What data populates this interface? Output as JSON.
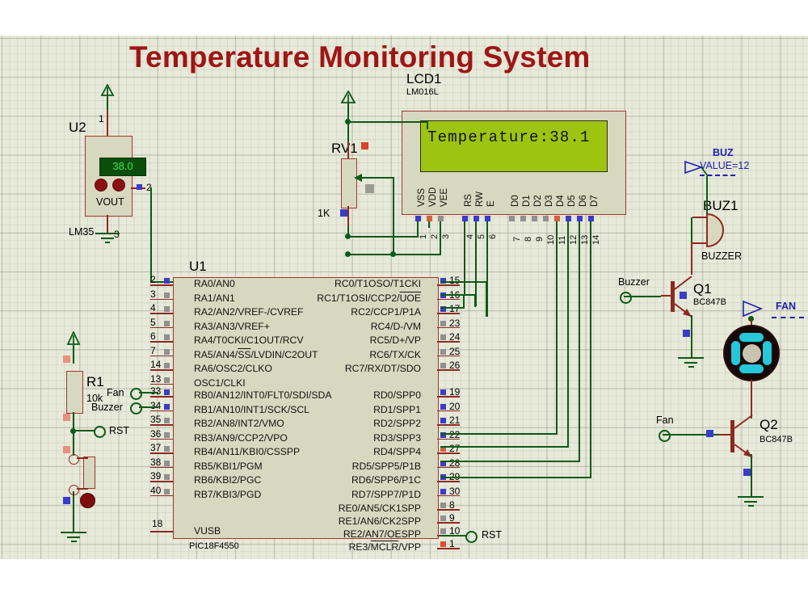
{
  "title": "Temperature Monitoring System",
  "lcd": {
    "ref": "LCD1",
    "part": "LM016L",
    "display_text": "Temperature:38.1",
    "pin_labels": [
      "VSS",
      "VDD",
      "VEE",
      "RS",
      "RW",
      "E",
      "D0",
      "D1",
      "D2",
      "D3",
      "D4",
      "D5",
      "D6",
      "D7"
    ],
    "pin_numbers": [
      "1",
      "2",
      "3",
      "4",
      "5",
      "6",
      "7",
      "8",
      "9",
      "10",
      "11",
      "12",
      "13",
      "14"
    ]
  },
  "sensor": {
    "ref": "U2",
    "part": "LM35",
    "value": "38.0",
    "out_label": "VOUT",
    "pin1": "1",
    "pin2": "2",
    "pin3": "3"
  },
  "pot": {
    "ref": "RV1",
    "value": "1K"
  },
  "resistor": {
    "ref": "R1",
    "value": "10k"
  },
  "mcu": {
    "ref": "U1",
    "part": "PIC18F4550",
    "left_pins": [
      {
        "num": "2",
        "label": "RA0/AN0",
        "marker": "blue"
      },
      {
        "num": "3",
        "label": "RA1/AN1",
        "marker": "gray"
      },
      {
        "num": "4",
        "label": "RA2/AN2/VREF-/CVREF",
        "marker": "gray"
      },
      {
        "num": "5",
        "label": "RA3/AN3/VREF+",
        "marker": "gray"
      },
      {
        "num": "6",
        "label": "RA4/T0CKI/C1OUT/RCV",
        "marker": "gray"
      },
      {
        "num": "7",
        "label": "RA5/AN4/SS/LVDIN/C2OUT",
        "marker": "gray"
      },
      {
        "num": "14",
        "label": "RA6/OSC2/CLKO",
        "marker": "gray"
      },
      {
        "num": "13",
        "label": "OSC1/CLKI",
        "marker": "gray"
      }
    ],
    "left_pins_b": [
      {
        "num": "33",
        "label": "RB0/AN12/INT0/FLT0/SDI/SDA",
        "marker": "blue"
      },
      {
        "num": "34",
        "label": "RB1/AN10/INT1/SCK/SCL",
        "marker": "blue"
      },
      {
        "num": "35",
        "label": "RB2/AN8/INT2/VMO",
        "marker": "gray"
      },
      {
        "num": "36",
        "label": "RB3/AN9/CCP2/VPO",
        "marker": "gray"
      },
      {
        "num": "37",
        "label": "RB4/AN11/KBI0/CSSPP",
        "marker": "gray"
      },
      {
        "num": "38",
        "label": "RB5/KBI1/PGM",
        "marker": "gray"
      },
      {
        "num": "39",
        "label": "RB6/KBI2/PGC",
        "marker": "gray"
      },
      {
        "num": "40",
        "label": "RB7/KBI3/PGD",
        "marker": "gray"
      }
    ],
    "bottom_pin": {
      "num": "18",
      "label": "VUSB"
    },
    "right_pins_c": [
      {
        "num": "15",
        "label": "RC0/T1OSO/T1CKI",
        "marker": "blue"
      },
      {
        "num": "16",
        "label": "RC1/T1OSI/CCP2/UOE",
        "marker": "blue"
      },
      {
        "num": "17",
        "label": "RC2/CCP1/P1A",
        "marker": "blue"
      },
      {
        "num": "23",
        "label": "RC4/D-/VM",
        "marker": "gray"
      },
      {
        "num": "24",
        "label": "RC5/D+/VP",
        "marker": "gray"
      },
      {
        "num": "25",
        "label": "RC6/TX/CK",
        "marker": "gray"
      },
      {
        "num": "26",
        "label": "RC7/RX/DT/SDO",
        "marker": "gray"
      }
    ],
    "right_pins_d": [
      {
        "num": "19",
        "label": "RD0/SPP0",
        "marker": "blue"
      },
      {
        "num": "20",
        "label": "RD1/SPP1",
        "marker": "blue"
      },
      {
        "num": "21",
        "label": "RD2/SPP2",
        "marker": "blue"
      },
      {
        "num": "22",
        "label": "RD3/SPP3",
        "marker": "blue"
      },
      {
        "num": "27",
        "label": "RD4/SPP4",
        "marker": "red"
      },
      {
        "num": "28",
        "label": "RD5/SPP5/P1B",
        "marker": "blue"
      },
      {
        "num": "29",
        "label": "RD6/SPP6/P1C",
        "marker": "blue"
      },
      {
        "num": "30",
        "label": "RD7/SPP7/P1D",
        "marker": "blue"
      }
    ],
    "right_pins_e": [
      {
        "num": "8",
        "label": "RE0/AN5/CK1SPP",
        "marker": "gray"
      },
      {
        "num": "9",
        "label": "RE1/AN6/CK2SPP",
        "marker": "gray"
      },
      {
        "num": "10",
        "label": "RE2/AN7/OESPP",
        "marker": "gray"
      },
      {
        "num": "1",
        "label": "RE3/MCLR/VPP",
        "marker": "redbright"
      }
    ]
  },
  "buzzer": {
    "ref": "BUZ1",
    "part": "BUZZER",
    "probe_name": "BUZ",
    "probe_value": "VALUE=12"
  },
  "q1": {
    "ref": "Q1",
    "part": "BC847B"
  },
  "q2": {
    "ref": "Q2",
    "part": "BC847B"
  },
  "fan": {
    "probe_name": "FAN"
  },
  "terminals": {
    "fan": "Fan",
    "buzzer": "Buzzer",
    "rst_left": "RST",
    "rst_right": "RST",
    "buzzer_right": "Buzzer",
    "fan_right": "Fan"
  },
  "colors": {
    "sheet_bg": "#e7e9d9",
    "wire_green": "#0a5a18",
    "part_outline": "#9e3b2a",
    "part_fill": "#d8d8c0",
    "title_red": "#9e1515",
    "lcd_screen": "#9ec412",
    "probe_blue": "#2020b0",
    "fan_blade": "#24c8d8"
  }
}
